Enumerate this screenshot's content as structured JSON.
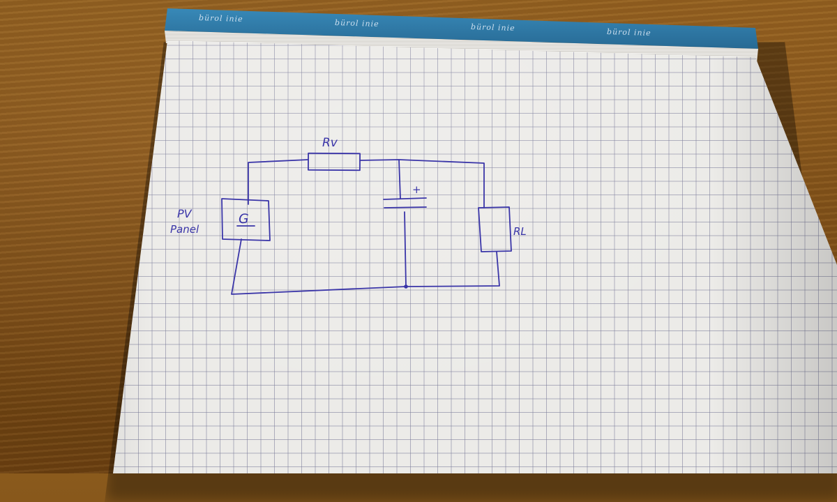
{
  "notepad": {
    "brand_text": "bürol inie"
  },
  "diagram": {
    "resistor_series_label": "Rv",
    "capacitor_polarity_label": "+",
    "generator_symbol_label": "G",
    "panel_label_line1": "PV",
    "panel_label_line2": "Panel",
    "load_resistor_label": "RL"
  },
  "colors": {
    "ink": "#3a35a8",
    "paper": "#ecebe8",
    "grid": "#7878a0",
    "binding": "#2a6f9a",
    "wood": "#7a4c16"
  }
}
